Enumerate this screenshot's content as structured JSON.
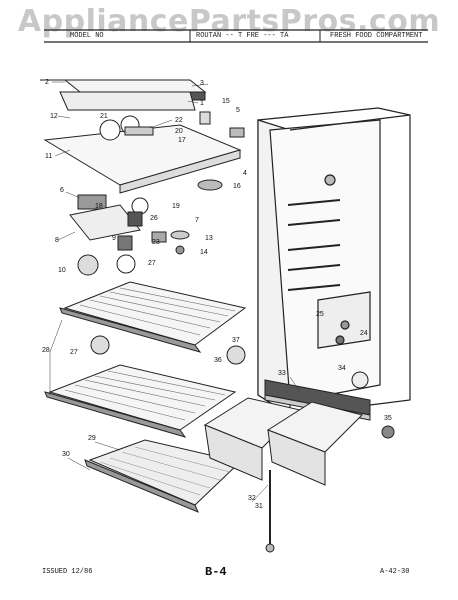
{
  "watermark": "AppliancePartsPros.com",
  "header": {
    "model": "MODEL NO",
    "description": "ROUTAN -- T FRE --- TA",
    "section": "FRESH FOOD COMPARTMENT"
  },
  "footer": {
    "issued": "ISSUED 12/86",
    "page": "B-4",
    "ref": "A-42-30"
  },
  "callouts": [
    "1",
    "2",
    "3",
    "4",
    "5",
    "6",
    "7",
    "8",
    "9",
    "10",
    "11",
    "12",
    "13",
    "14",
    "15",
    "16",
    "17",
    "18",
    "19",
    "20",
    "21",
    "22",
    "23",
    "24",
    "25",
    "26",
    "27",
    "28",
    "29",
    "30",
    "31",
    "32",
    "33",
    "34",
    "35",
    "36",
    "37"
  ]
}
